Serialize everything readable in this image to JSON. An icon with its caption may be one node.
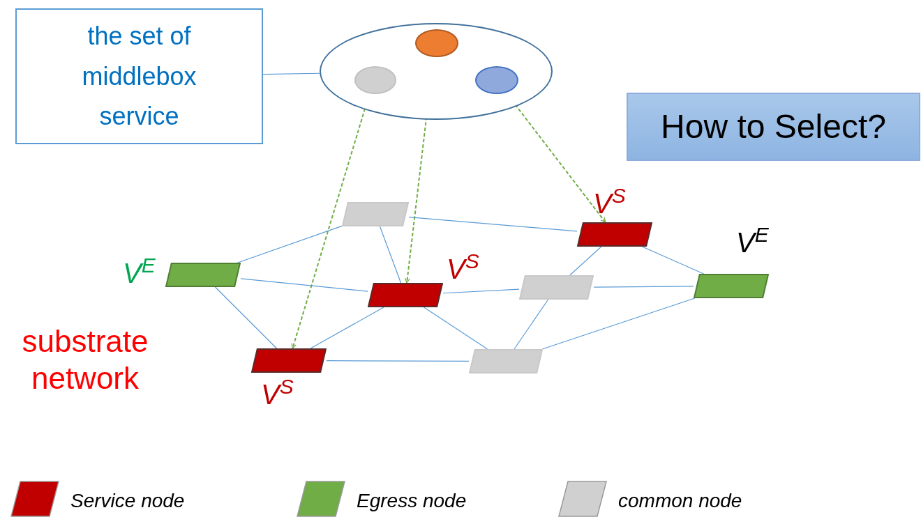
{
  "diagram": {
    "nodes": [
      {
        "text": [
          "the set of middlebox service"
        ]
      },
      {
        "text": [],
        "shape": "circle"
      },
      {
        "text": [],
        "shape": "circle",
        "in": 1
      },
      {
        "text": [],
        "shape": "circle",
        "in": 1
      },
      {
        "text": [],
        "shape": "circle",
        "in": 1
      },
      {
        "text": [
          "How to Select?"
        ]
      },
      {
        "text": [],
        "shape": "parallelogram"
      },
      {
        "text": [],
        "shape": "parallelogram",
        "beside": [
          "V$^{S}$"
        ]
      },
      {
        "text": [],
        "shape": "parallelogram",
        "beside": [
          "V$^{E}$"
        ]
      },
      {
        "text": [],
        "shape": "parallelogram",
        "beside": [
          "V$^{S}$"
        ]
      },
      {
        "text": [],
        "shape": "parallelogram"
      },
      {
        "text": [],
        "shape": "parallelogram",
        "beside": [
          "V$^{E}$"
        ]
      },
      {
        "text": [],
        "shape": "parallelogram",
        "beside": [
          "V$^{S}$"
        ]
      },
      {
        "text": [],
        "shape": "parallelogram"
      }
    ],
    "edges": [
      {
        "from": 0,
        "to": 1,
        "arrow": "none"
      },
      {
        "from": 2,
        "to": 12,
        "arrow": "to",
        "style": "dashed",
        "color": "#70ad47"
      },
      {
        "from": 3,
        "to": 9,
        "arrow": "to",
        "style": "dashed",
        "color": "#70ad47"
      },
      {
        "from": 4,
        "to": 7,
        "arrow": "to",
        "style": "dashed",
        "color": "#70ad47"
      },
      {
        "from": 8,
        "to": 6,
        "arrow": "none"
      },
      {
        "from": 8,
        "to": 9,
        "arrow": "none"
      },
      {
        "from": 8,
        "to": 12,
        "arrow": "none"
      },
      {
        "from": 6,
        "to": 9,
        "arrow": "none"
      },
      {
        "from": 6,
        "to": 7,
        "arrow": "none"
      },
      {
        "from": 7,
        "to": 10,
        "arrow": "none"
      },
      {
        "from": 7,
        "to": 11,
        "arrow": "none"
      },
      {
        "from": 9,
        "to": 10,
        "arrow": "none"
      },
      {
        "from": 9,
        "to": 12,
        "arrow": "none"
      },
      {
        "from": 9,
        "to": 13,
        "arrow": "none"
      },
      {
        "from": 10,
        "to": 11,
        "arrow": "none"
      },
      {
        "from": 10,
        "to": 13,
        "arrow": "none"
      },
      {
        "from": 12,
        "to": 13,
        "arrow": "none"
      },
      {
        "from": 13,
        "to": 11,
        "arrow": "none"
      }
    ],
    "labels": [
      "substrate network"
    ],
    "legend": [
      {
        "text": "Service node",
        "color": "#c00000"
      },
      {
        "text": "Egress node",
        "color": "#70ad47"
      },
      {
        "text": "common node",
        "color": "#d0d0d0"
      }
    ]
  }
}
